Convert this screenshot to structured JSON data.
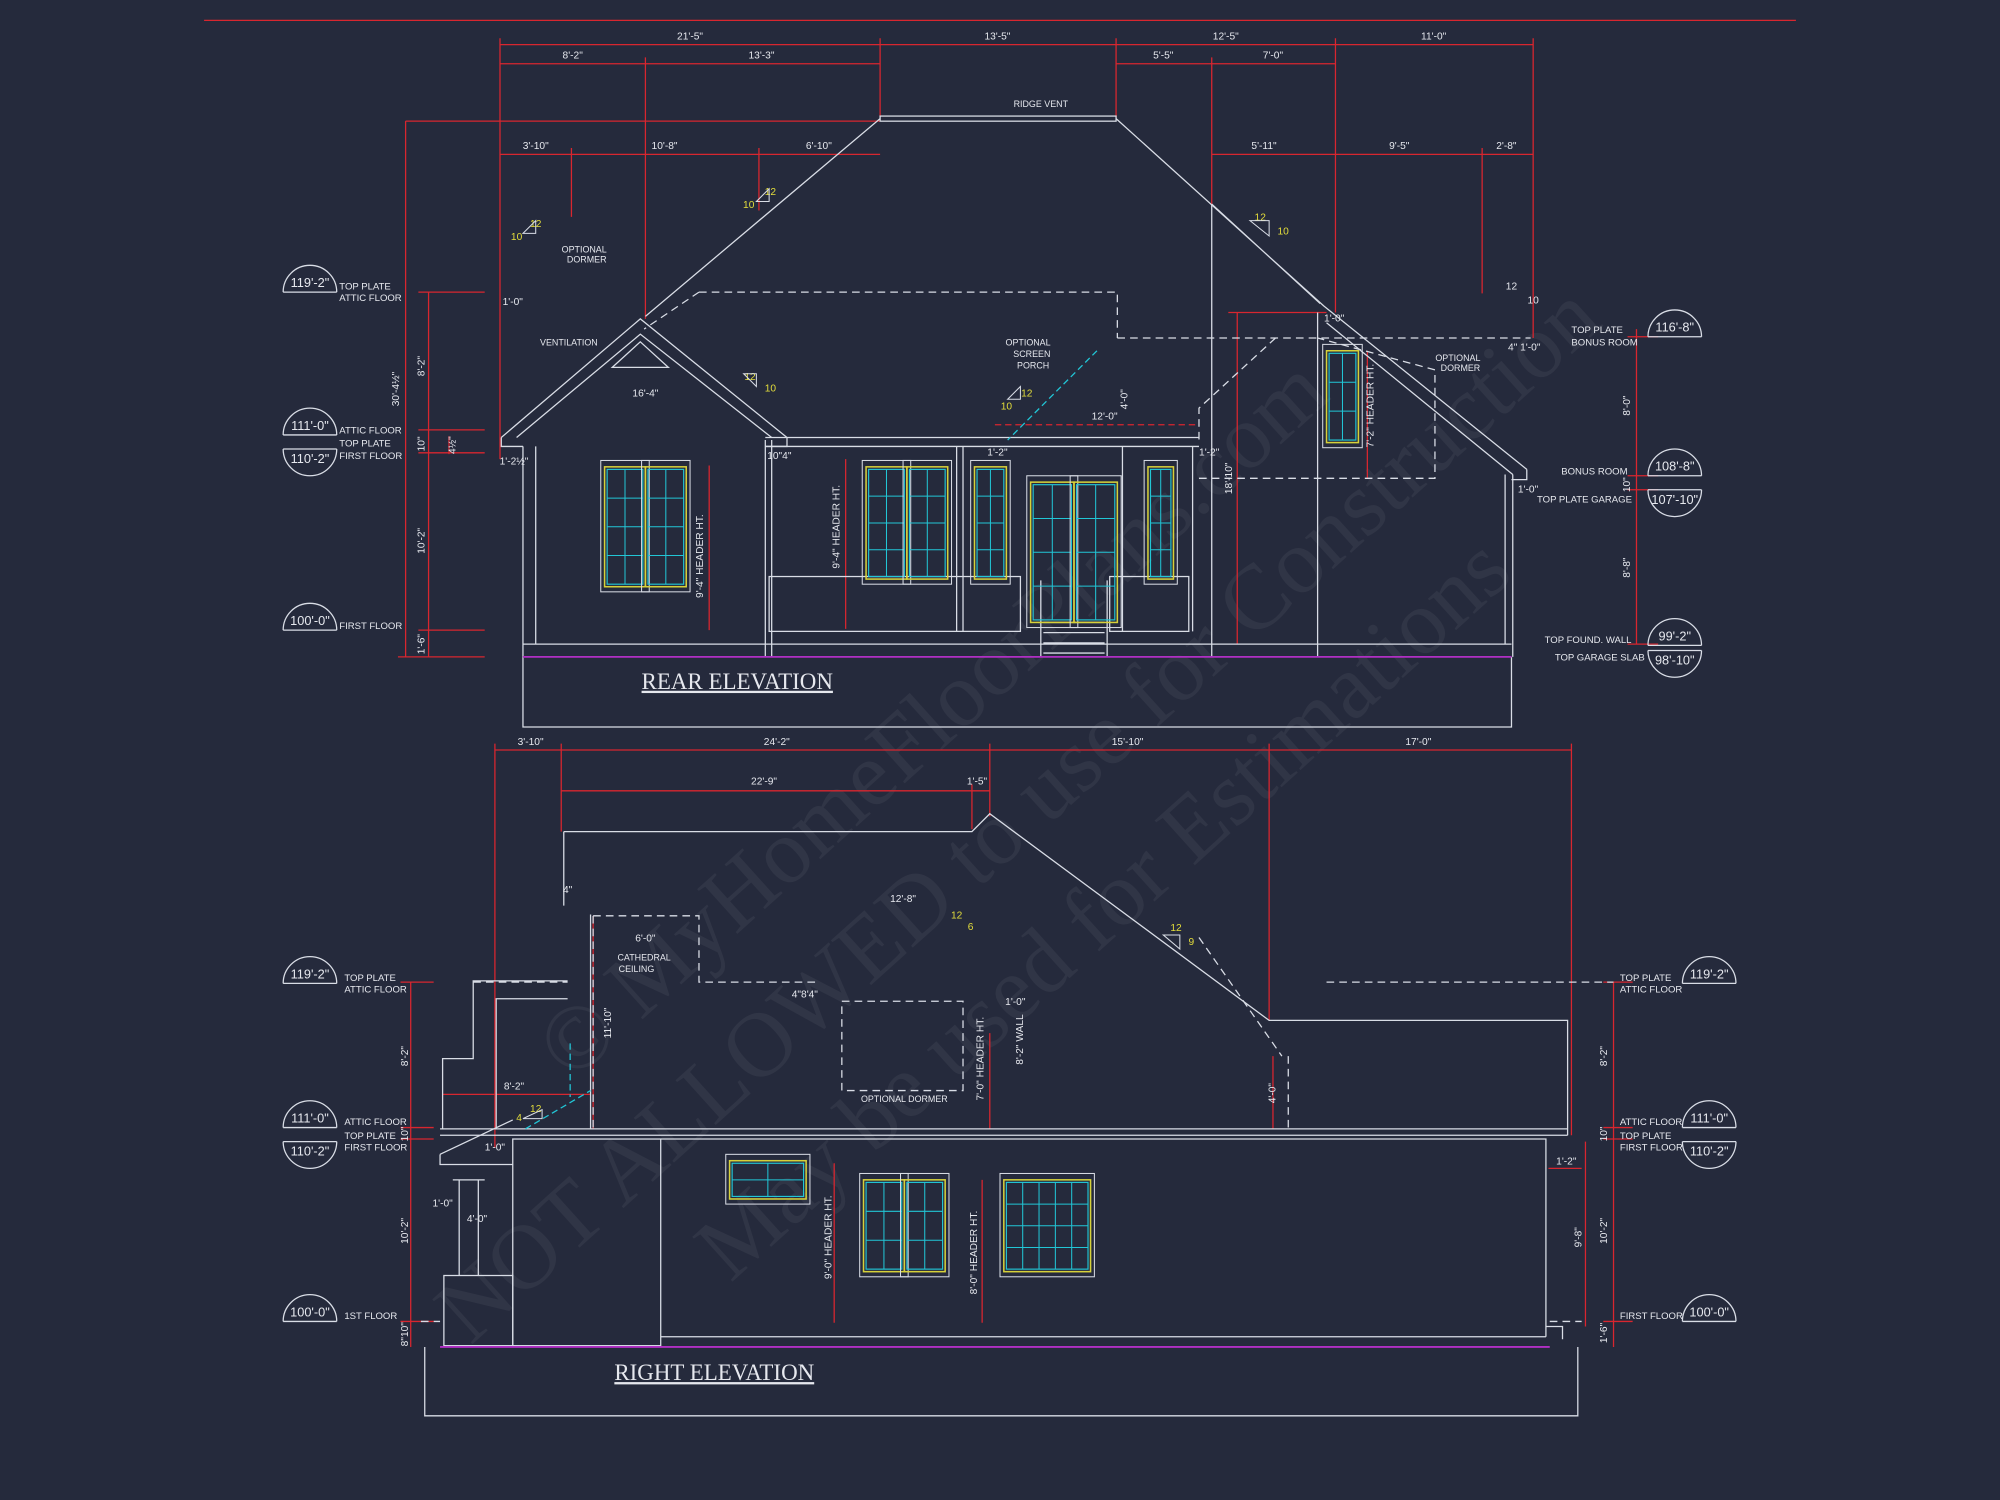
{
  "drawing": {
    "colors": {
      "background": "#252a3c",
      "linework": "#d9dde6",
      "dimensions": "#d8262f",
      "glazing": "#22c6d6",
      "window_frames": "#d6d13a",
      "grade_line": "#b12fc4",
      "slope_text": "#e3dd3b"
    }
  },
  "rear_elevation": {
    "title": "REAR ELEVATION",
    "overall_dims": [
      "21'-5\"",
      "13'-5\"",
      "12'-5\"",
      "11'-0\""
    ],
    "sub_dims": [
      "8'-2\"",
      "13'-3\"",
      "5'-5\"",
      "7'-0\""
    ],
    "eave_dims": [
      "3'-10\"",
      "10'-8\"",
      "6'-10\"",
      "5'-11\"",
      "9'-5\"",
      "2'-8\""
    ],
    "notes": {
      "ridge_vent": "RIDGE VENT",
      "optional_dormer_left": [
        "OPTIONAL",
        "DORMER"
      ],
      "ventilation": "VENTILATION",
      "optional_screen_porch": [
        "OPTIONAL",
        "SCREEN",
        "PORCH"
      ],
      "optional_dormer_right": [
        "OPTIONAL",
        "DORMER"
      ]
    },
    "vertical_dims": {
      "overall": "30'-4½\"",
      "upper": "8'-2\"",
      "floor": "10\"",
      "plate": "4½\"",
      "lower": "10'-2\"",
      "base": "1'-6\"",
      "left_header": "9'-4\" HEADER HT.",
      "porch_header": "9'-4\" HEADER HT.",
      "dormer_header": "7'-2\" HEADER HT.",
      "total_right": "18'-10\"",
      "bonus_upper": "8'-0\"",
      "bonus_floor": "10\"",
      "garage": "8'-8\"",
      "porch_gable": "4'-0\""
    },
    "misc_dims": [
      "1'-0\"",
      "1'-2½\"",
      "16'-4\"",
      "10\"4\"",
      "1'-2\"",
      "12'-0\"",
      "1'-2\"",
      "1'-0\"",
      "4\" 1'-0\"",
      "1'-0\""
    ],
    "roof_slopes": [
      {
        "run": "12",
        "rise": "10"
      },
      {
        "run": "12",
        "rise": "10"
      },
      {
        "run": "12",
        "rise": "10"
      },
      {
        "run": "12",
        "rise": "10"
      },
      {
        "run": "12",
        "rise": "10"
      },
      {
        "run": "12",
        "rise": "10"
      }
    ],
    "levels_left": [
      {
        "elevation": "119'-2\"",
        "labels": [
          "TOP PLATE",
          "ATTIC FLOOR"
        ]
      },
      {
        "elevation": "111'-0\"",
        "labels": [
          "ATTIC FLOOR"
        ]
      },
      {
        "elevation": "110'-2\"",
        "labels": [
          "TOP PLATE",
          "FIRST FLOOR"
        ]
      },
      {
        "elevation": "100'-0\"",
        "labels": [
          "FIRST FLOOR"
        ]
      }
    ],
    "levels_right": [
      {
        "elevation": "116'-8\"",
        "labels": [
          "TOP PLATE",
          "BONUS ROOM"
        ]
      },
      {
        "elevation": "108'-8\"",
        "labels": [
          "BONUS ROOM"
        ]
      },
      {
        "elevation": "107'-10\"",
        "labels": [
          "TOP PLATE GARAGE"
        ]
      },
      {
        "elevation": "99'-2\"",
        "labels": [
          "TOP FOUND. WALL"
        ]
      },
      {
        "elevation": "98'-10\"",
        "labels": [
          "TOP GARAGE SLAB"
        ]
      }
    ]
  },
  "right_elevation": {
    "title": "RIGHT ELEVATION",
    "overall_dims": [
      "3'-10\"",
      "24'-2\"",
      "15'-10\"",
      "17'-0\""
    ],
    "sub_dims": [
      "22'-9\"",
      "1'-5\""
    ],
    "notes": {
      "cathedral_ceiling": [
        "CATHEDRAL",
        "CEILING"
      ],
      "optional_dormer": "OPTIONAL DORMER"
    },
    "vertical_dims": {
      "cathedral": "11'-10\"",
      "dormer_header": "7'-0\" HEADER HT.",
      "dormer_wall": "8'-2\" WALL",
      "left_upper": "8'-2\"",
      "left_floor": "10\"",
      "left_lower": "10'-2\"",
      "left_base": "8\"10\"",
      "window_header_1": "9'-0\" HEADER HT.",
      "window_header_2": "8'-0\" HEADER HT.",
      "knee_wall": "4'-0\"",
      "right_upper": "8'-2\"",
      "right_floor": "10\"",
      "right_lower": "10'-2\"",
      "right_wall": "9'-8\"",
      "right_base": "1'-6\""
    },
    "misc_dims": [
      "6'-0\"",
      "12'-8\"",
      "4\"8'4\"",
      "1'-0\"",
      "8'-2\"",
      "1'-0\"",
      "1'-0\"",
      "4'-0\"",
      "1'-2\"",
      "4\""
    ],
    "roof_slopes": [
      {
        "run": "12",
        "rise": "6"
      },
      {
        "run": "12",
        "rise": "9"
      },
      {
        "run": "12",
        "rise": "4"
      }
    ],
    "levels_left": [
      {
        "elevation": "119'-2\"",
        "labels": [
          "TOP PLATE",
          "ATTIC FLOOR"
        ]
      },
      {
        "elevation": "111'-0\"",
        "labels": [
          "ATTIC FLOOR"
        ]
      },
      {
        "elevation": "110'-2\"",
        "labels": [
          "TOP PLATE",
          "FIRST FLOOR"
        ]
      },
      {
        "elevation": "100'-0\"",
        "labels": [
          "1ST FLOOR"
        ]
      }
    ],
    "levels_right": [
      {
        "elevation": "119'-2\"",
        "labels": [
          "TOP PLATE",
          "ATTIC FLOOR"
        ]
      },
      {
        "elevation": "111'-0\"",
        "labels": [
          "ATTIC FLOOR"
        ]
      },
      {
        "elevation": "110'-2\"",
        "labels": [
          "TOP PLATE",
          "FIRST FLOOR"
        ]
      },
      {
        "elevation": "100'-0\"",
        "labels": [
          "FIRST FLOOR"
        ]
      }
    ]
  },
  "watermark": [
    "© MyHomeFloorPlans.com",
    "NOT ALLOWED to use for Construction",
    "May be used for Estimations"
  ]
}
